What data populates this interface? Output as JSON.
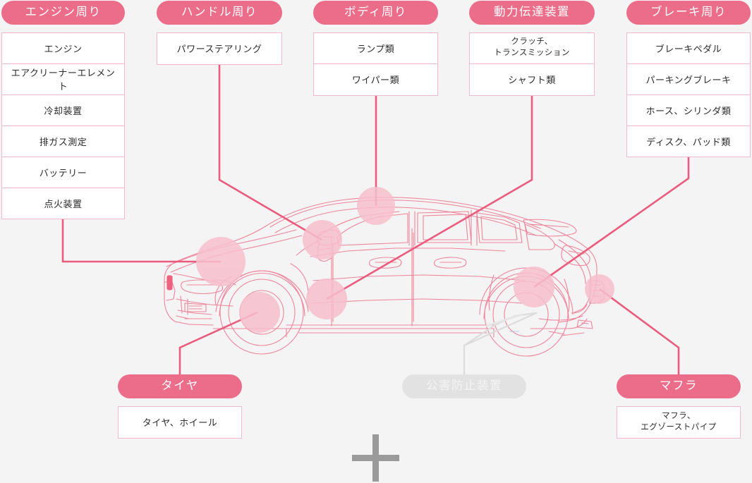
{
  "diagram": {
    "title_hidden": "",
    "accent_color": "#ec6d89",
    "inactive_color": "#e2e2e2",
    "box_border_color": "#f3b9c8",
    "background_color": "#f4f4f4",
    "car_outline_color": "#f08098",
    "hotspot_color": "#f7c0cd"
  },
  "groups": {
    "engine": {
      "label": "エンジン周り",
      "items": [
        "エンジン",
        "エアクリーナーエレメント",
        "冷却装置",
        "排ガス測定",
        "バッテリー",
        "点火装置"
      ]
    },
    "handle": {
      "label": "ハンドル周り",
      "items": [
        "パワーステアリング"
      ]
    },
    "body": {
      "label": "ボディ周り",
      "items": [
        "ランプ類",
        "ワイパー類"
      ]
    },
    "power": {
      "label": "動力伝達装置",
      "items_multiline": [
        [
          "クラッチ、",
          "トランスミッション"
        ]
      ],
      "items": [
        "シャフト類"
      ]
    },
    "brake": {
      "label": "ブレーキ周り",
      "items": [
        "ブレーキペダル",
        "パーキングブレーキ",
        "ホース、シリンダ類",
        "ディスク、パッド類"
      ]
    },
    "tire": {
      "label": "タイヤ",
      "items": [
        "タイヤ、ホイール"
      ]
    },
    "pollution": {
      "label": "公害防止装置",
      "state": "inactive",
      "items": []
    },
    "muffler": {
      "label": "マフラ",
      "items_multiline": [
        [
          "マフラ、",
          "エグゾーストパイプ"
        ]
      ]
    }
  },
  "icons": {
    "plus": "plus-icon"
  }
}
